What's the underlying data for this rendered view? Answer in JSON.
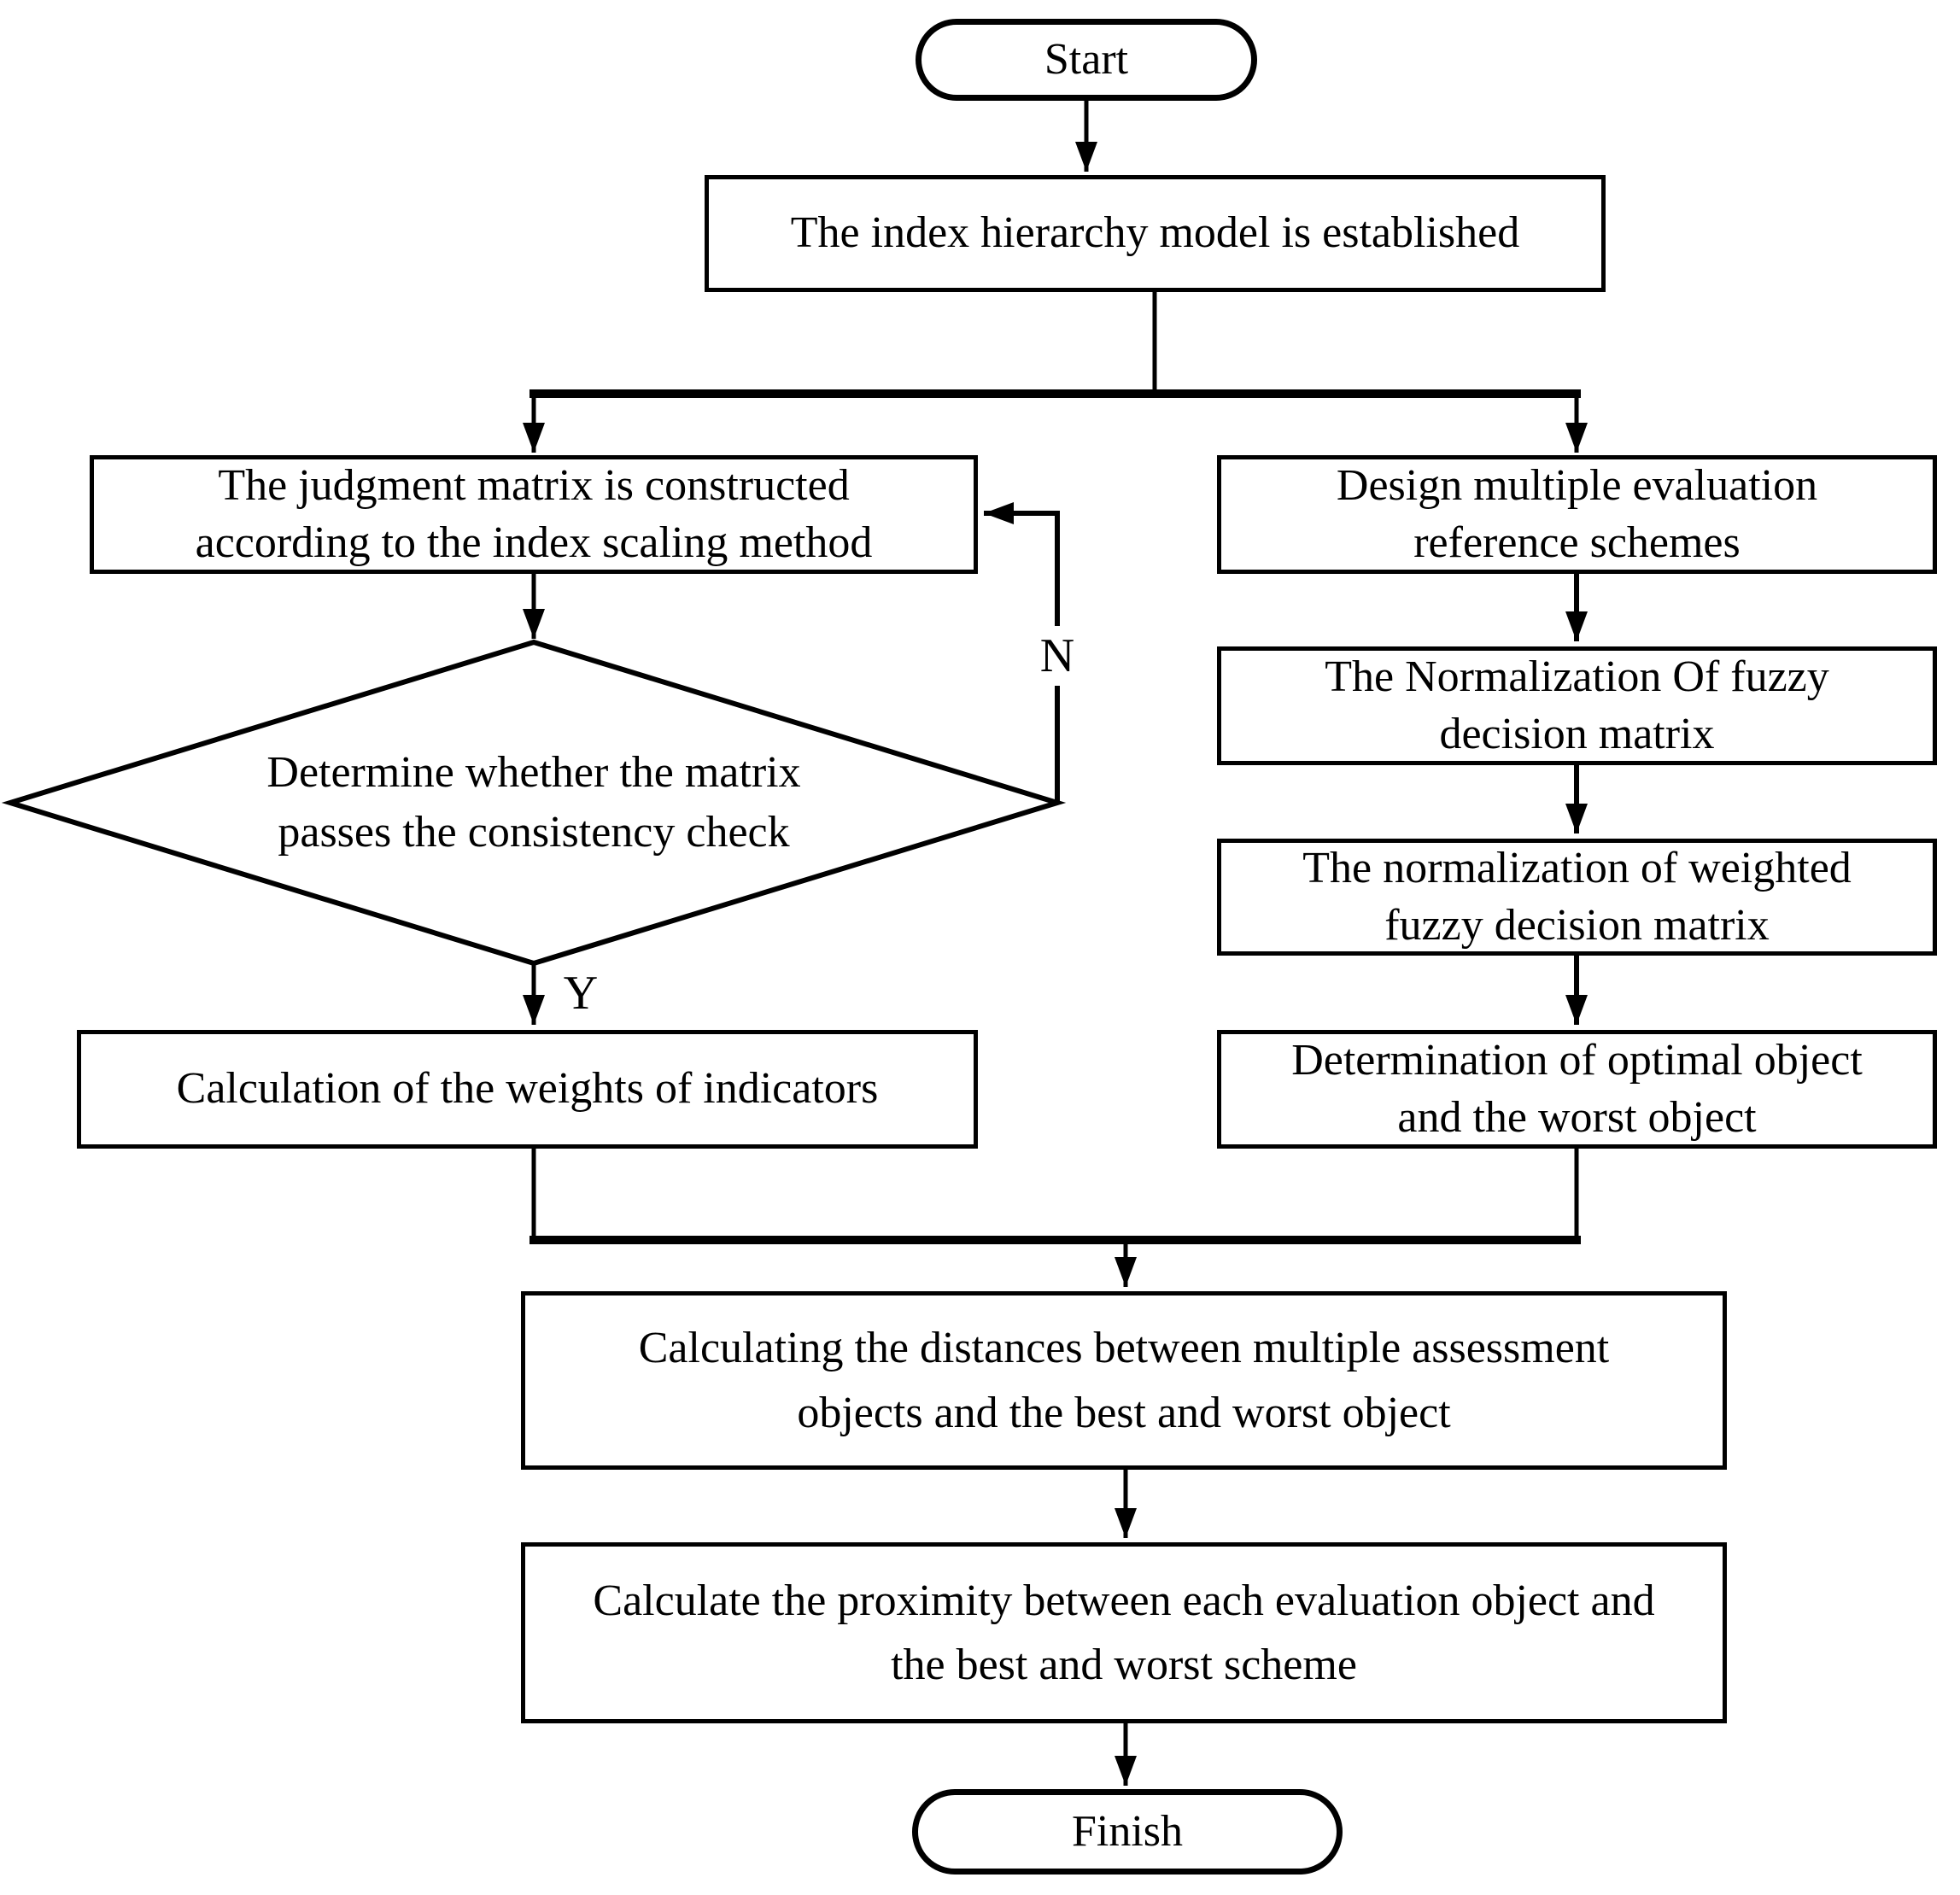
{
  "figure": {
    "background_color": "#ffffff",
    "stroke_color": "#000000",
    "text_color": "#000000"
  },
  "nodes": {
    "start": {
      "label": "Start",
      "type": "terminator"
    },
    "establish": {
      "label": "The index hierarchy model is established",
      "type": "process"
    },
    "judgment": {
      "label": "The judgment matrix is constructed\naccording to the index scaling method",
      "type": "process"
    },
    "consistency": {
      "label": "Determine whether the matrix\npasses the consistency check",
      "type": "decision"
    },
    "weights": {
      "label": "Calculation of the weights of  indicators",
      "type": "process"
    },
    "design": {
      "label": "Design multiple evaluation\nreference schemes",
      "type": "process"
    },
    "normalize_fuzzy": {
      "label": "The Normalization Of  fuzzy\ndecision matrix",
      "type": "process"
    },
    "normalize_weighted": {
      "label": "The normalization of weighted\nfuzzy decision matrix",
      "type": "process"
    },
    "optimal_worst": {
      "label": "Determination of optimal object\nand the worst object",
      "type": "process"
    },
    "distances": {
      "label": "Calculating the distances between multiple assessment\nobjects and the best and worst object",
      "type": "process"
    },
    "proximity": {
      "label": "Calculate the proximity between each evaluation object and\nthe best and worst scheme",
      "type": "process"
    },
    "finish": {
      "label": "Finish",
      "type": "terminator"
    }
  },
  "edge_labels": {
    "no": "N",
    "yes": "Y"
  }
}
